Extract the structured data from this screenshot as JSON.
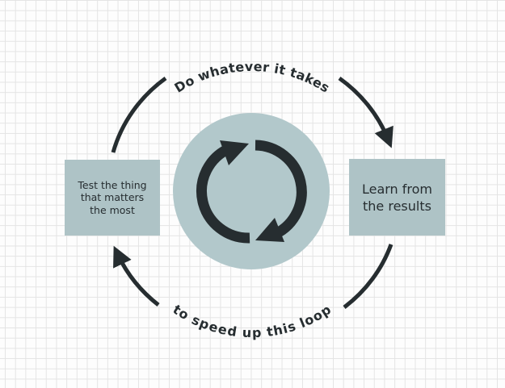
{
  "diagram": {
    "top_label": "Do whatever it takes",
    "bottom_label": "to speed up this loop",
    "left_box": "Test the thing that matters the most",
    "right_box": "Learn from the results",
    "center_icon": "refresh-cycle-icon",
    "colors": {
      "box_fill": "#aec3c6",
      "circle_fill": "#b2c8cb",
      "arrow": "#262d30",
      "grid": "#e4e4e4"
    }
  }
}
